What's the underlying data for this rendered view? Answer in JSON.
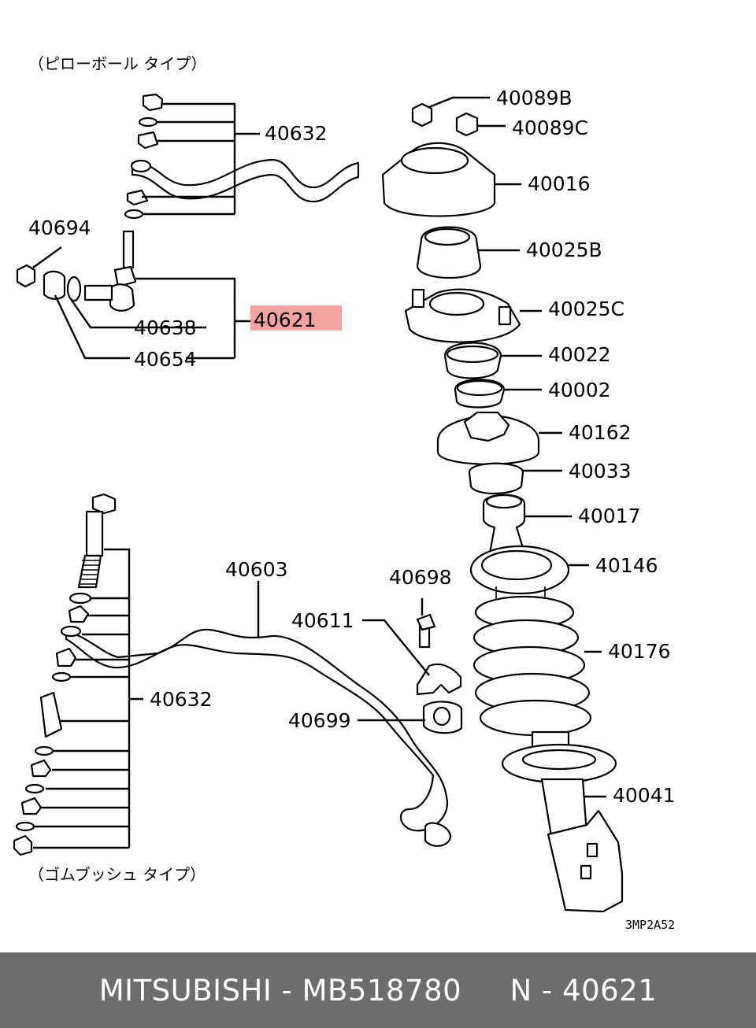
{
  "captions": {
    "pillow_ball_type": "（ピローボール タイプ）",
    "rubber_bush_type": "（ゴムブッシュ タイプ）"
  },
  "drawing_code": "3MP2A52",
  "labels": {
    "p40632_top": "40632",
    "p40694": "40694",
    "p40621": "40621",
    "p40638": "40638",
    "p40654": "40654",
    "p40089B": "40089B",
    "p40089C": "40089C",
    "p40016": "40016",
    "p40025B": "40025B",
    "p40025C": "40025C",
    "p40022": "40022",
    "p40002": "40002",
    "p40162": "40162",
    "p40033": "40033",
    "p40017": "40017",
    "p40146": "40146",
    "p40176": "40176",
    "p40041": "40041",
    "p40603": "40603",
    "p40698": "40698",
    "p40611": "40611",
    "p40699": "40699",
    "p40632_bottom": "40632"
  },
  "highlight": {
    "part": "40621",
    "color": "#f4a3a3"
  },
  "footer": {
    "text": "MITSUBISHI - MB518780     N - 40621",
    "background": "#6d6d6d"
  }
}
